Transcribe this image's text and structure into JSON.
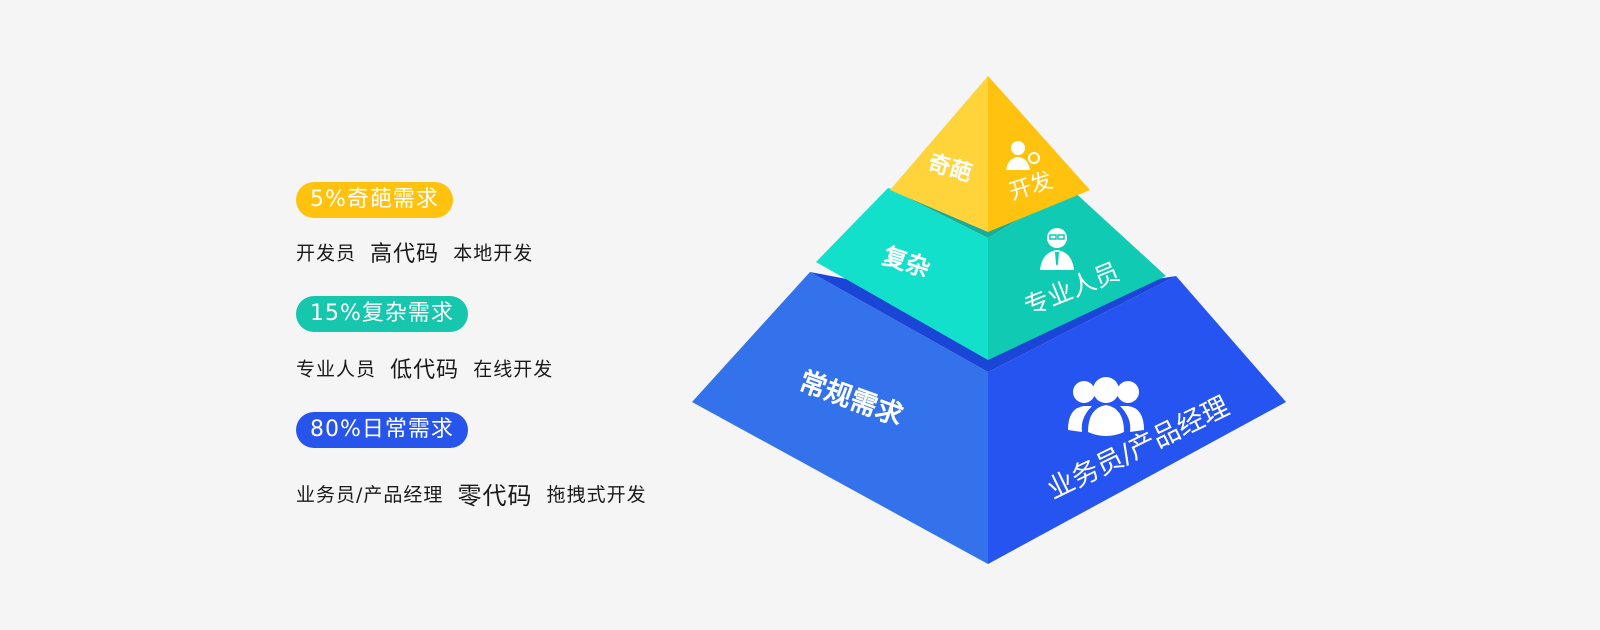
{
  "legend": [
    {
      "badge": "5%奇葩需求",
      "role": "开发员",
      "code": "高代码",
      "mode": "本地开发",
      "color": "#ffc20e"
    },
    {
      "badge": "15%复杂需求",
      "role": "专业人员",
      "code": "低代码",
      "mode": "在线开发",
      "color": "#16c6ad"
    },
    {
      "badge": "80%日常需求",
      "role": "业务员/产品经理",
      "code": "零代码",
      "mode": "拖拽式开发",
      "color": "#2754ea"
    }
  ],
  "pyramid": {
    "top": {
      "left_label": "奇葩",
      "right_label": "开发",
      "icon": "developer-icon"
    },
    "middle": {
      "left_label": "复杂",
      "right_label": "专业人员",
      "icon": "professional-icon"
    },
    "bottom": {
      "left_label": "常规需求",
      "right_label": "业务员/产品经理",
      "icon": "user-group-icon"
    }
  }
}
